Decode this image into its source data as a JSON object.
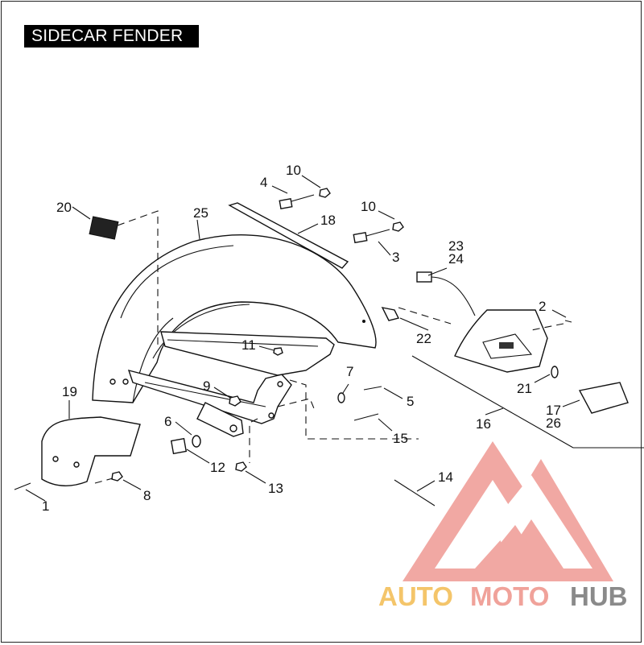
{
  "title": "SIDECAR FENDER",
  "callouts": [
    "1",
    "2",
    "3",
    "4",
    "5",
    "6",
    "7",
    "8",
    "9",
    "10",
    "10",
    "11",
    "12",
    "13",
    "14",
    "15",
    "16",
    "17",
    "26",
    "18",
    "19",
    "20",
    "21",
    "22",
    "23",
    "24",
    "25"
  ],
  "watermark": {
    "auto": "AUTO",
    "moto": "MOTO",
    "hub": "HUB",
    "colors": {
      "auto": "#f4c56a",
      "moto": "#f0a29a",
      "hub": "#8a8a8a",
      "logo": "#ef9a93"
    }
  }
}
